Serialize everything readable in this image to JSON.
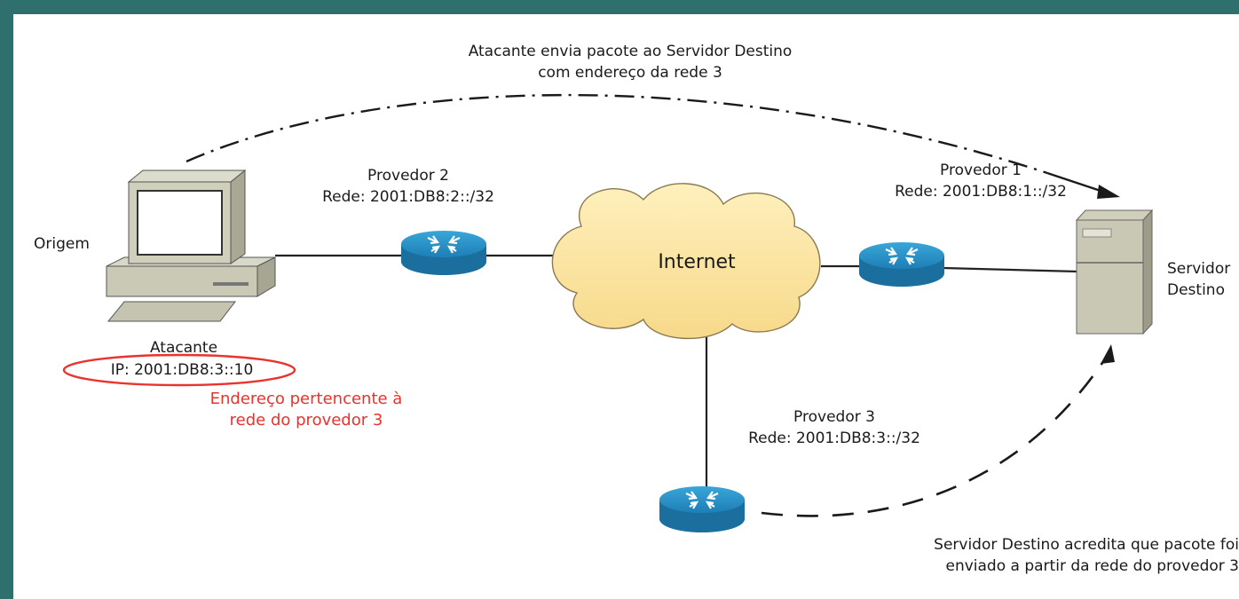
{
  "colors": {
    "background_border": "#2f6f6e",
    "highlight": "#e8332e",
    "cloud": "#fde6a3",
    "router": "#1f8fc4"
  },
  "labels": {
    "top_annotation_line1": "Atacante envia pacote ao Servidor Destino",
    "top_annotation_line2": "com endereço da rede 3",
    "origin": "Origem",
    "attacker": "Atacante",
    "attacker_ip": "IP: 2001:DB8:3::10",
    "red_note_line1": "Endereço pertencente à",
    "red_note_line2": "rede do provedor 3",
    "provider2_name": "Provedor 2",
    "provider2_net": "Rede: 2001:DB8:2::/32",
    "provider1_name": "Provedor 1",
    "provider1_net": "Rede: 2001:DB8:1::/32",
    "provider3_name": "Provedor 3",
    "provider3_net": "Rede: 2001:DB8:3::/32",
    "internet": "Internet",
    "server_line1": "Servidor",
    "server_line2": "Destino",
    "bottom_annotation_line1": "Servidor Destino acredita que pacote foi",
    "bottom_annotation_line2": "enviado a partir da rede do provedor 3"
  },
  "icons": [
    "computer-icon",
    "router-icon",
    "cloud-icon",
    "server-icon"
  ]
}
